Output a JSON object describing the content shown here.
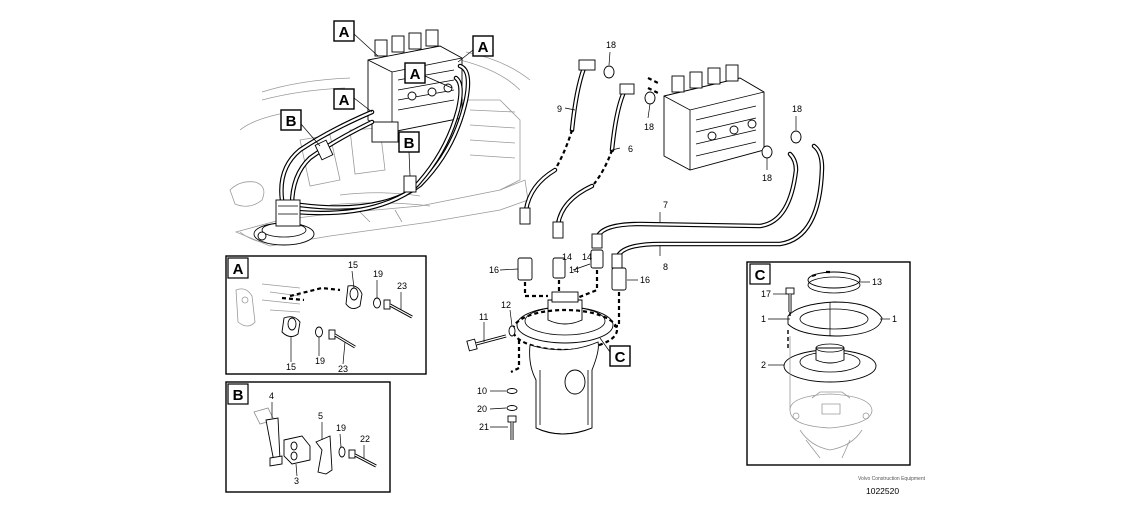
{
  "callouts": {
    "A": "A",
    "B": "B",
    "C": "C"
  },
  "parts": {
    "n1": "1",
    "n2": "2",
    "n3": "3",
    "n4": "4",
    "n5": "5",
    "n6": "6",
    "n7": "7",
    "n8": "8",
    "n9": "9",
    "n10": "10",
    "n11": "11",
    "n12": "12",
    "n13": "13",
    "n14": "14",
    "n15": "15",
    "n16": "16",
    "n17": "17",
    "n18": "18",
    "n19": "19",
    "n20": "20",
    "n21": "21",
    "n22": "22",
    "n23": "23"
  },
  "footer": {
    "brand": "Volvo Construction Equipment",
    "drawing_number": "1022520"
  }
}
